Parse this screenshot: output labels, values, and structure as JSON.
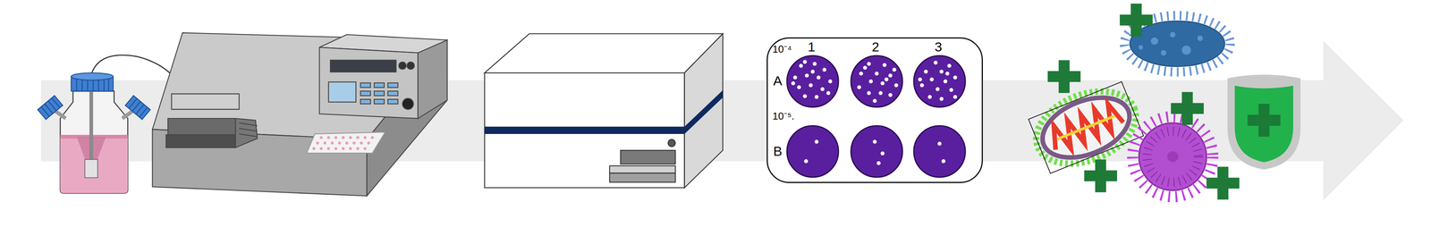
{
  "diagram": {
    "nodes": [
      {
        "text": [
          "10⁻⁴",
          "1",
          "2",
          "3",
          "A",
          "10⁻⁵.",
          "B"
        ]
      }
    ]
  }
}
